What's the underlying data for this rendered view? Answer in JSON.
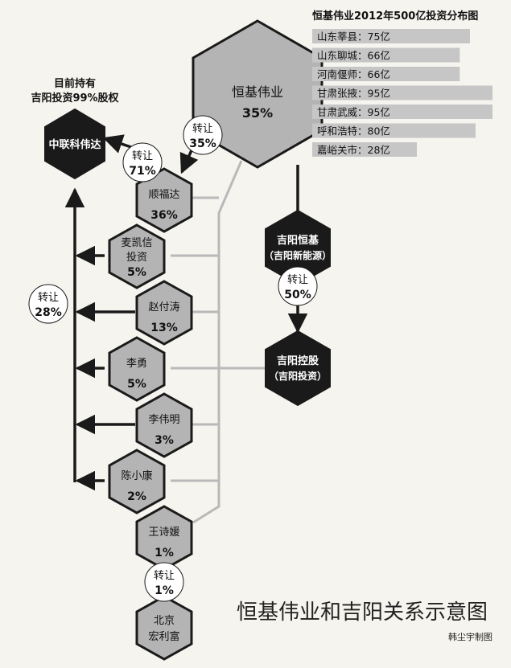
{
  "note_holding": {
    "line1": "目前持有",
    "line2": "吉阳投资99%股权"
  },
  "entities": {
    "hengji": {
      "name": "恒基伟业",
      "pct": "35%"
    },
    "zhonglian": {
      "name": "中联科伟达"
    },
    "shunfuda": {
      "name": "顺福达",
      "pct": "36%"
    },
    "maikaixin": {
      "name1": "麦凯信",
      "name2": "投资",
      "pct": "5%"
    },
    "zhaofutao": {
      "name": "赵付涛",
      "pct": "13%"
    },
    "liyong": {
      "name": "李勇",
      "pct": "5%"
    },
    "liweiming": {
      "name": "李伟明",
      "pct": "3%"
    },
    "chenxiaokang": {
      "name": "陈小康",
      "pct": "2%"
    },
    "wangshiyuan": {
      "name": "王诗媛",
      "pct": "1%"
    },
    "beijing": {
      "name1": "北京",
      "name2": "宏利富"
    },
    "jiyang_hengji": {
      "name1": "吉阳恒基",
      "name2": "（吉阳新能源）"
    },
    "jiyang_konggu": {
      "name1": "吉阳控股",
      "name2": "（吉阳投资）"
    }
  },
  "transfers": {
    "t35": {
      "label": "转让",
      "pct": "35%"
    },
    "t71": {
      "label": "转让",
      "pct": "71%"
    },
    "t28": {
      "label": "转让",
      "pct": "28%"
    },
    "t50": {
      "label": "转让",
      "pct": "50%"
    },
    "t1": {
      "label": "转让",
      "pct": "1%"
    }
  },
  "investment": {
    "title": "恒基伟业2012年500亿投资分布图",
    "items": [
      {
        "place": "山东莘县：",
        "amount": 75,
        "unit": "亿"
      },
      {
        "place": "山东聊城：",
        "amount": 66,
        "unit": "亿"
      },
      {
        "place": "河南偃师：",
        "amount": 66,
        "unit": "亿"
      },
      {
        "place": "甘肃张掖：",
        "amount": 95,
        "unit": "亿"
      },
      {
        "place": "甘肃武威：",
        "amount": 95,
        "unit": "亿"
      },
      {
        "place": "呼和浩特：",
        "amount": 80,
        "unit": "亿"
      },
      {
        "place": "嘉峪关市：",
        "amount": 28,
        "unit": "亿"
      }
    ]
  },
  "title": "恒基伟业和吉阳关系示意图",
  "credit": "韩尘宇制图",
  "colors": {
    "black": "#1a1a1a",
    "hex_gray": "#b4b4b4",
    "line_gray": "#b9b9b9",
    "bar_gray": "#c6c6c6",
    "bg": "#f6f4ee"
  }
}
